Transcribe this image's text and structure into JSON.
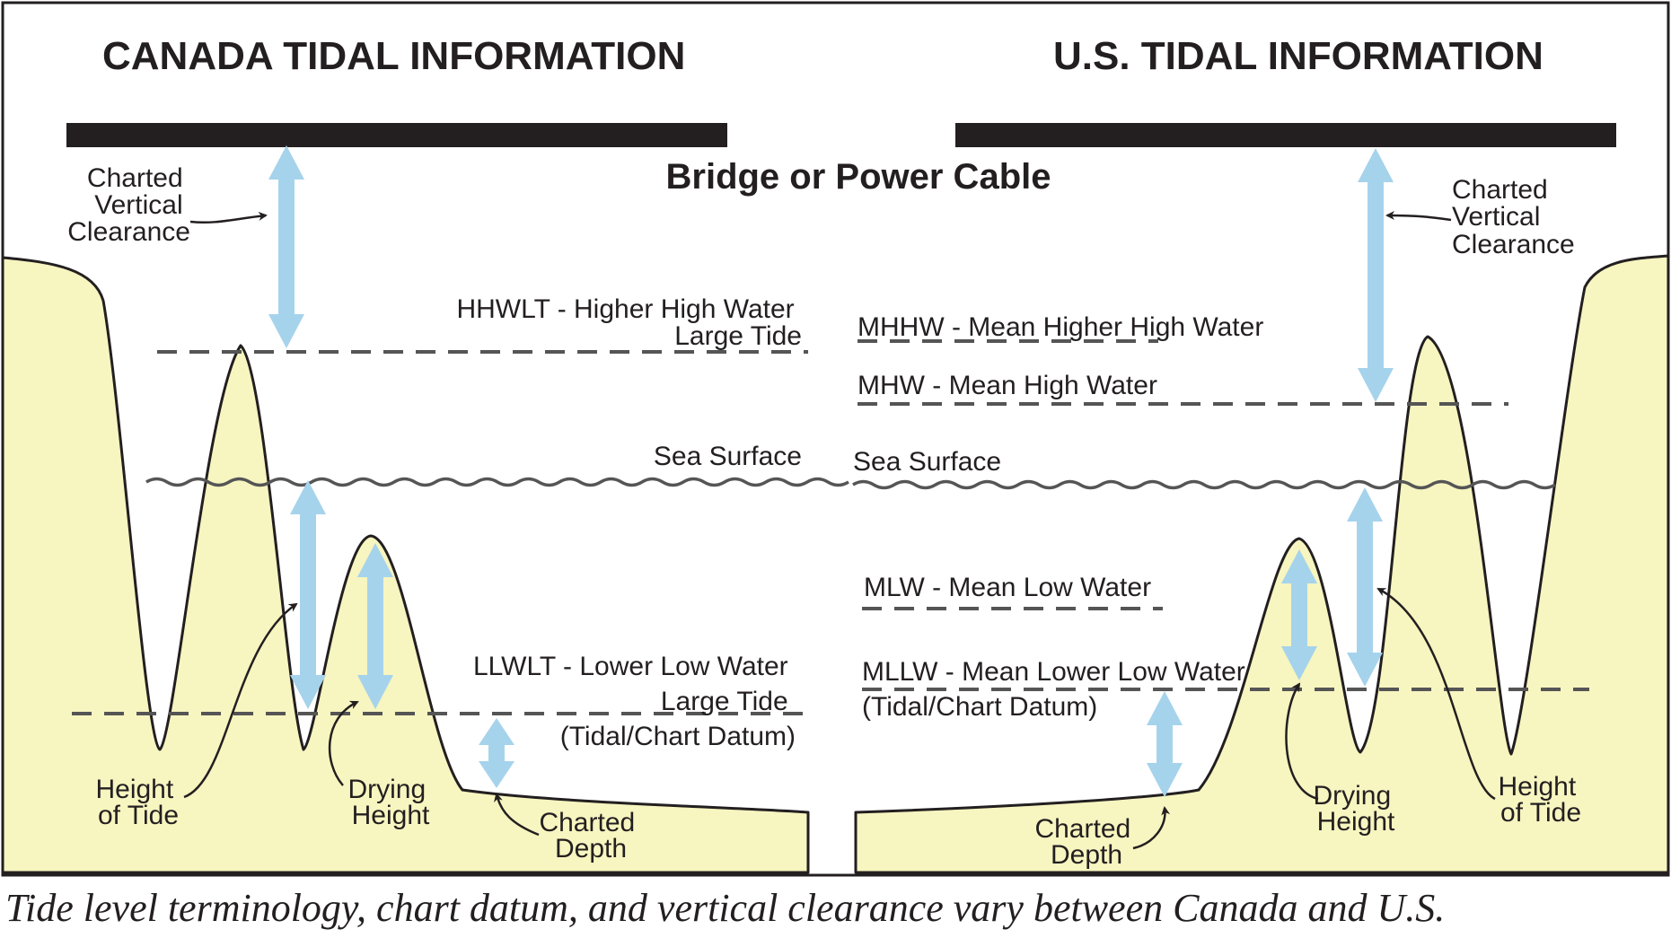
{
  "colors": {
    "land": "#f7f5c0",
    "outline": "#231f20",
    "arrow": "#a6d3ec",
    "dash": "#555555",
    "water_line": "#555555",
    "text": "#231f20"
  },
  "diagram": {
    "canada": {
      "title": "CANADA TIDAL INFORMATION",
      "clearance": [
        "Charted",
        "Vertical",
        "Clearance"
      ],
      "hhwlt": [
        "HHWLT - Higher High Water",
        "Large Tide"
      ],
      "sea_surface": "Sea Surface",
      "llwlt": [
        "LLWLT - Lower Low Water",
        "Large Tide",
        "(Tidal/Chart Datum)"
      ],
      "height_of_tide": [
        "Height",
        "of Tide"
      ],
      "drying_height": [
        "Drying",
        "Height"
      ],
      "charted_depth": [
        "Charted",
        "Depth"
      ]
    },
    "bridge_label": "Bridge or Power Cable",
    "us": {
      "title": "U.S. TIDAL INFORMATION",
      "clearance": [
        "Charted",
        "Vertical",
        "Clearance"
      ],
      "mhhw": "MHHW - Mean Higher High Water",
      "mhw": "MHW - Mean High Water",
      "sea_surface": "Sea Surface",
      "mlw": "MLW - Mean Low Water",
      "mllw": [
        "MLLW - Mean Lower Low Water",
        "(Tidal/Chart Datum)"
      ],
      "charted_depth": [
        "Charted",
        "Depth"
      ],
      "drying_height": [
        "Drying",
        "Height"
      ],
      "height_of_tide": [
        "Height",
        "of Tide"
      ]
    }
  },
  "caption": "Tide level terminology, chart datum, and vertical clearance vary between Canada and U.S."
}
